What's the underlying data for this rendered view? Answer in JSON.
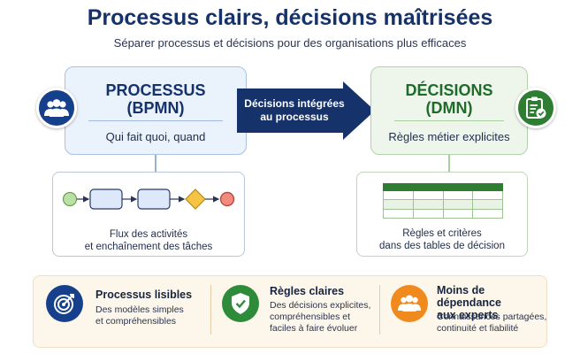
{
  "header": {
    "title": "Processus clairs, décisions maîtrisées",
    "subtitle": "Séparer processus et décisions pour des organisations plus efficaces"
  },
  "process": {
    "title_line1": "PROCESSUS",
    "title_line2": "(BPMN)",
    "description": "Qui fait quoi, quand",
    "icon": "users-icon",
    "color": "#17408c"
  },
  "arrow": {
    "line1": "Décisions intégrées",
    "line2": "au processus",
    "color": "#16326a"
  },
  "decisions": {
    "title_line1": "DÉCISIONS",
    "title_line2": "(DMN)",
    "description": "Règles métier explicites",
    "icon": "clipboard-check-icon",
    "color": "#2e7d32"
  },
  "flow_panel": {
    "caption_line1": "Flux des activités",
    "caption_line2": "et enchaînement des tâches"
  },
  "table_panel": {
    "caption_line1": "Règles et critères",
    "caption_line2": "dans des tables de décision"
  },
  "benefits": [
    {
      "title": "Processus lisibles",
      "desc_line1": "Des modèles simples",
      "desc_line2": "et compréhensibles",
      "icon": "target-icon",
      "color": "#17408c"
    },
    {
      "title": "Règles claires",
      "desc_line1": "Des décisions explicites,",
      "desc_line2": "compréhensibles et",
      "desc_line3": "faciles à faire évoluer",
      "icon": "shield-check-icon",
      "color": "#2e8b3a"
    },
    {
      "title_line1": "Moins de dépendance",
      "title_line2": "aux experts",
      "desc_line1": "Connaissances partagées,",
      "desc_line2": "continuité et fiabilité",
      "icon": "group-icon",
      "color": "#f08a1c"
    }
  ]
}
